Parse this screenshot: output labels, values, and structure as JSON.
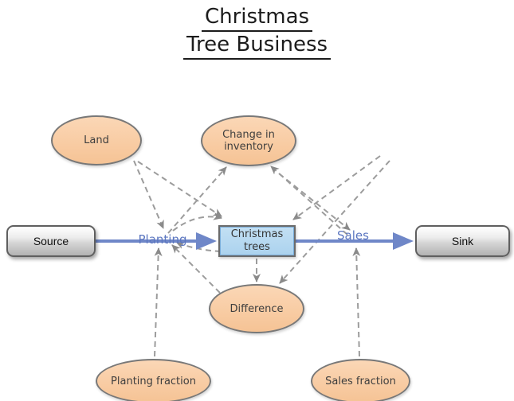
{
  "title": {
    "line1": "Christmas",
    "line2": "Tree Business"
  },
  "nodes": {
    "source": {
      "label": "Source",
      "shape": "rounded-rect"
    },
    "sink": {
      "label": "Sink",
      "shape": "rounded-rect"
    },
    "christmas_trees": {
      "label": "Christmas trees",
      "shape": "rect-stock"
    },
    "land": {
      "label": "Land",
      "shape": "ellipse"
    },
    "change_in_inventory": {
      "label": "Change in inventory",
      "shape": "ellipse"
    },
    "difference": {
      "label": "Difference",
      "shape": "ellipse"
    },
    "planting_fraction": {
      "label": "Planting fraction",
      "shape": "ellipse"
    },
    "sales_fraction": {
      "label": "Sales fraction",
      "shape": "ellipse"
    }
  },
  "flows": [
    {
      "label": "Planting",
      "from": "Source",
      "to": "Christmas trees"
    },
    {
      "label": "Sales",
      "from": "Christmas trees",
      "to": "Sink"
    }
  ],
  "connections": [
    {
      "from": "Land",
      "to": "Planting"
    },
    {
      "from": "Planting fraction",
      "to": "Planting"
    },
    {
      "from": "Difference",
      "to": "Planting"
    },
    {
      "from": "Christmas trees",
      "to": "Planting"
    },
    {
      "from": "Planting",
      "to": "Change in inventory"
    },
    {
      "from": "Sales",
      "to": "Change in inventory"
    },
    {
      "from": "Change in inventory",
      "to": "Sales"
    },
    {
      "from": "Sales fraction",
      "to": "Sales"
    },
    {
      "from": "Land",
      "to": "Christmas trees"
    },
    {
      "from": "Planting",
      "to": "Christmas trees"
    },
    {
      "from": "Christmas trees",
      "to": "Difference"
    },
    {
      "from": "unlabeled bend upper-right",
      "to": "Christmas trees"
    },
    {
      "from": "unlabeled bend upper-right",
      "to": "Difference"
    }
  ],
  "colors": {
    "ellipse_fill": "#f8cba2",
    "stock_fill": "#abd2ee",
    "terminal_fill": "#d6d6d6",
    "flow_arrow": "#6f87c8",
    "flow_label": "#5b76c0",
    "connector": "#9c9c9c",
    "shape_border": "#787878",
    "title_color": "#1c1c1c"
  }
}
